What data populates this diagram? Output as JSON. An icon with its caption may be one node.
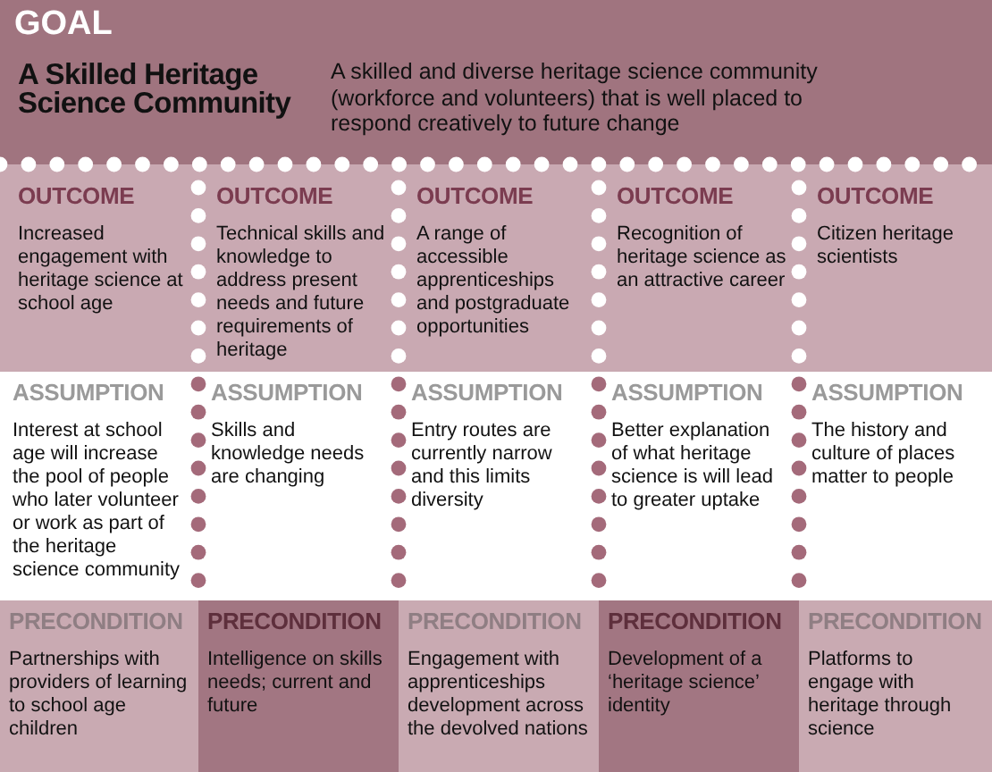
{
  "diagram": {
    "nodes": [
      {
        "text": [
          "GOAL",
          "A Skilled Heritage Science Community",
          "A skilled and diverse heritage science community (workforce and volunteers) that is well placed to respond creatively to future change"
        ]
      },
      {
        "text": [
          "OUTCOME",
          "Increased engagement with heritage science at school age"
        ]
      },
      {
        "text": [
          "OUTCOME",
          "Technical skills and knowledge to address present needs and future requirements of heritage"
        ]
      },
      {
        "text": [
          "OUTCOME",
          "A range of accessible apprenticeships and postgraduate opportunities"
        ]
      },
      {
        "text": [
          "OUTCOME",
          "Recognition of heritage science as an attractive career"
        ]
      },
      {
        "text": [
          "OUTCOME",
          "Citizen heritage scientists"
        ]
      },
      {
        "text": [
          "ASSUMPTION",
          "Interest at school age will increase the pool of people who later volunteer or work as part of the heritage science community"
        ]
      },
      {
        "text": [
          "ASSUMPTION",
          "Skills and knowledge needs are changing"
        ]
      },
      {
        "text": [
          "ASSUMPTION",
          "Entry routes are currently narrow and this limits diversity"
        ]
      },
      {
        "text": [
          "ASSUMPTION",
          "Better explanation of what heritage science is will lead to greater uptake"
        ]
      },
      {
        "text": [
          "ASSUMPTION",
          "The history and culture of places matter to people"
        ]
      },
      {
        "text": [
          "PRECONDITION",
          "Partnerships with providers of learning to school age children"
        ]
      },
      {
        "text": [
          "PRECONDITION",
          "Intelligence on skills needs; current and future"
        ]
      },
      {
        "text": [
          "PRECONDITION",
          "Engagement with apprenticeships development across the devolved nations"
        ]
      },
      {
        "text": [
          "PRECONDITION",
          "Development of a ‘heritage science’ identity"
        ]
      },
      {
        "text": [
          "PRECONDITION",
          "Platforms to engage with heritage through science"
        ]
      }
    ]
  }
}
